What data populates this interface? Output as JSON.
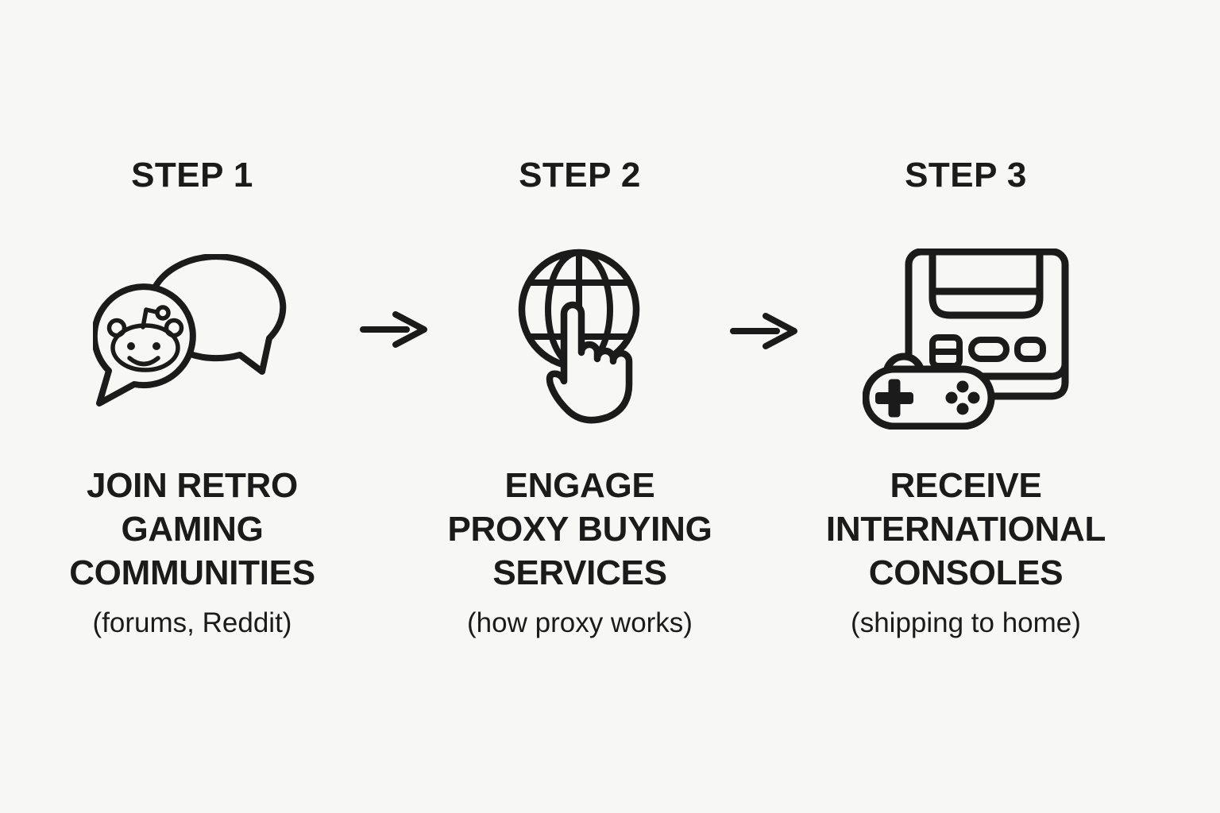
{
  "colors": {
    "background": "#f7f7f5",
    "ink": "#1b1b1b"
  },
  "steps": [
    {
      "label": "STEP 1",
      "icon": "reddit-chat-bubbles-icon",
      "title": "JOIN RETRO\nGAMING\nCOMMUNITIES",
      "subtitle": "(forums, Reddit)"
    },
    {
      "label": "STEP 2",
      "icon": "globe-tap-icon",
      "title": "ENGAGE\nPROXY BUYING\nSERVICES",
      "subtitle": "(how proxy works)"
    },
    {
      "label": "STEP 3",
      "icon": "console-gamepad-icon",
      "title": "RECEIVE\nINTERNATIONAL\nCONSOLES",
      "subtitle": "(shipping to home)"
    }
  ],
  "arrow_symbol": "→"
}
